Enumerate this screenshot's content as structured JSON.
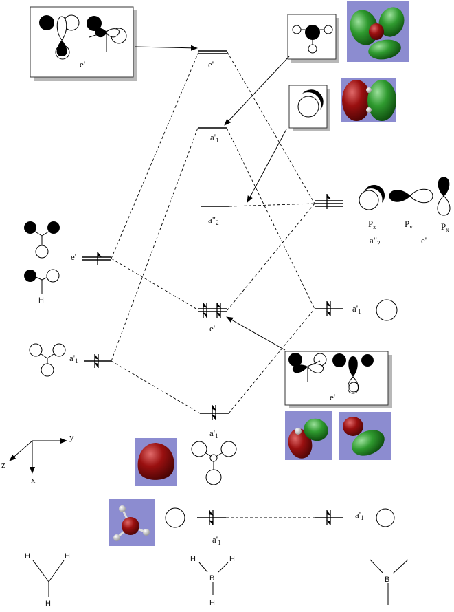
{
  "title": "BH3 molecular orbital diagram",
  "labels": {
    "bh3": {
      "e_prime_top": "e'",
      "a1_upper": "a'",
      "a1_upper_sub": "1",
      "a2_prime_prime": "a\"",
      "a2_prime_prime_sub": "2",
      "e_prime_middle": "e'",
      "a1_lower": "a'",
      "a1_lower_sub": "1",
      "a1_core": "a'",
      "a1_core_sub": "1"
    },
    "h3": {
      "e_prime": "e'",
      "a1": "a'",
      "a1_sub": "1"
    },
    "boron": {
      "pz": "P",
      "pz_sub": "z",
      "py": "P",
      "py_sub": "y",
      "px": "P",
      "px_sub": "x",
      "a2_under": "a\"",
      "a2_under_sub": "2",
      "e_under": "e'",
      "a1_2s": "a'",
      "a1_2s_sub": "1",
      "a1_1s": "a'",
      "a1_1s_sub": "1"
    },
    "boxes": {
      "top_left_label": "e'",
      "bottom_right_label": "e'"
    },
    "axes": {
      "y": "y",
      "z": "z",
      "x": "x"
    },
    "molecules": {
      "h3_H_top_left": "H",
      "h3_H_top_right": "H",
      "h3_H_bottom": "H",
      "bh3_H_top_left": "H",
      "bh3_B": "B",
      "bh3_H_top_right": "H",
      "bh3_H_bottom": "H",
      "b_B": "B",
      "e_basis_H": "H"
    }
  },
  "colors": {
    "render_background": "#8c8cd0",
    "lobe_green": "#2e8b2e",
    "lobe_red": "#8b0c0c",
    "hydrogen": "#e6e6e6"
  }
}
